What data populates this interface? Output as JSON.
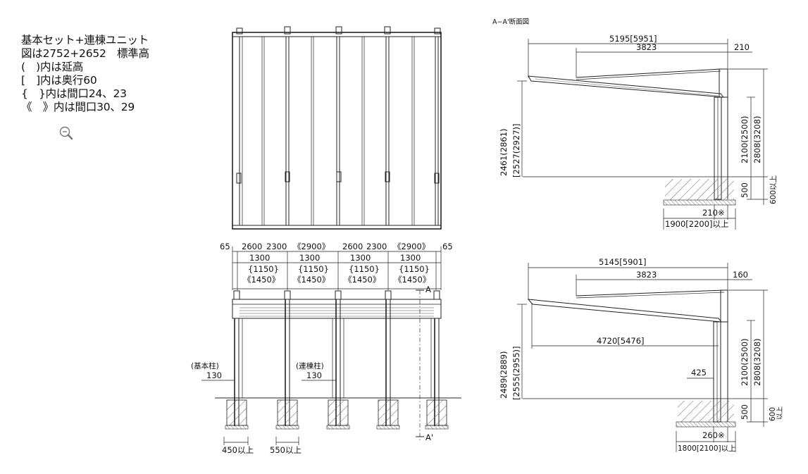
{
  "notes": {
    "line1": "基本セット+連棟ユニット",
    "line2": "図は2752+2652　標準高",
    "line3": "(　)内は延高",
    "line4": "[　]内は奥行60",
    "line5": "{　}内は間口24、23",
    "line6": "《　》内は間口30、29"
  },
  "icons": {
    "zoom": "magnifier-minus-icon"
  },
  "section_title": "A−A'断面図",
  "front": {
    "spans_top": [
      "65",
      "2600",
      "2300",
      "《2900》",
      "2600",
      "2300",
      "《2900》",
      "65"
    ],
    "spans_1300": [
      "1300",
      "1300",
      "1300",
      "1300"
    ],
    "spans_1150": [
      "{1150}",
      "{1150}",
      "{1150}",
      "{1150}"
    ],
    "spans_1450": [
      "《1450》",
      "《1450》",
      "《1450》",
      "《1450》"
    ],
    "section_mark_top": "A",
    "section_mark_bottom": "A'",
    "basic_post_label": "(基本柱)",
    "basic_post_value": "130",
    "linked_post_label": "(連棟柱)",
    "linked_post_value": "130",
    "foundation_left": "450以上",
    "foundation_right": "550以上"
  },
  "section_top": {
    "overall": "5195[5951]",
    "inner": "3823",
    "right_offset": "210",
    "height_left_1": "2461(2861)",
    "height_left_2": "[2527(2927)]",
    "height_right_1": "2100(2500)",
    "height_right_2": "2808(3208)",
    "embed": "500",
    "embed_min": "600以上",
    "post_base": "210※",
    "footing": "1900[2200]以上"
  },
  "section_bottom": {
    "overall": "5145[5901]",
    "inner": "3823",
    "right_offset": "160",
    "beam": "4720[5476]",
    "height_left_1": "2489(2889)",
    "height_left_2": "[2555(2955)]",
    "post_offset": "425",
    "height_right_1": "2100(2500)",
    "height_right_2": "2808(3208)",
    "embed": "500",
    "embed_min_1": "600",
    "embed_min_2": "以上",
    "post_base": "260※",
    "footing": "1800[2100]以上"
  }
}
